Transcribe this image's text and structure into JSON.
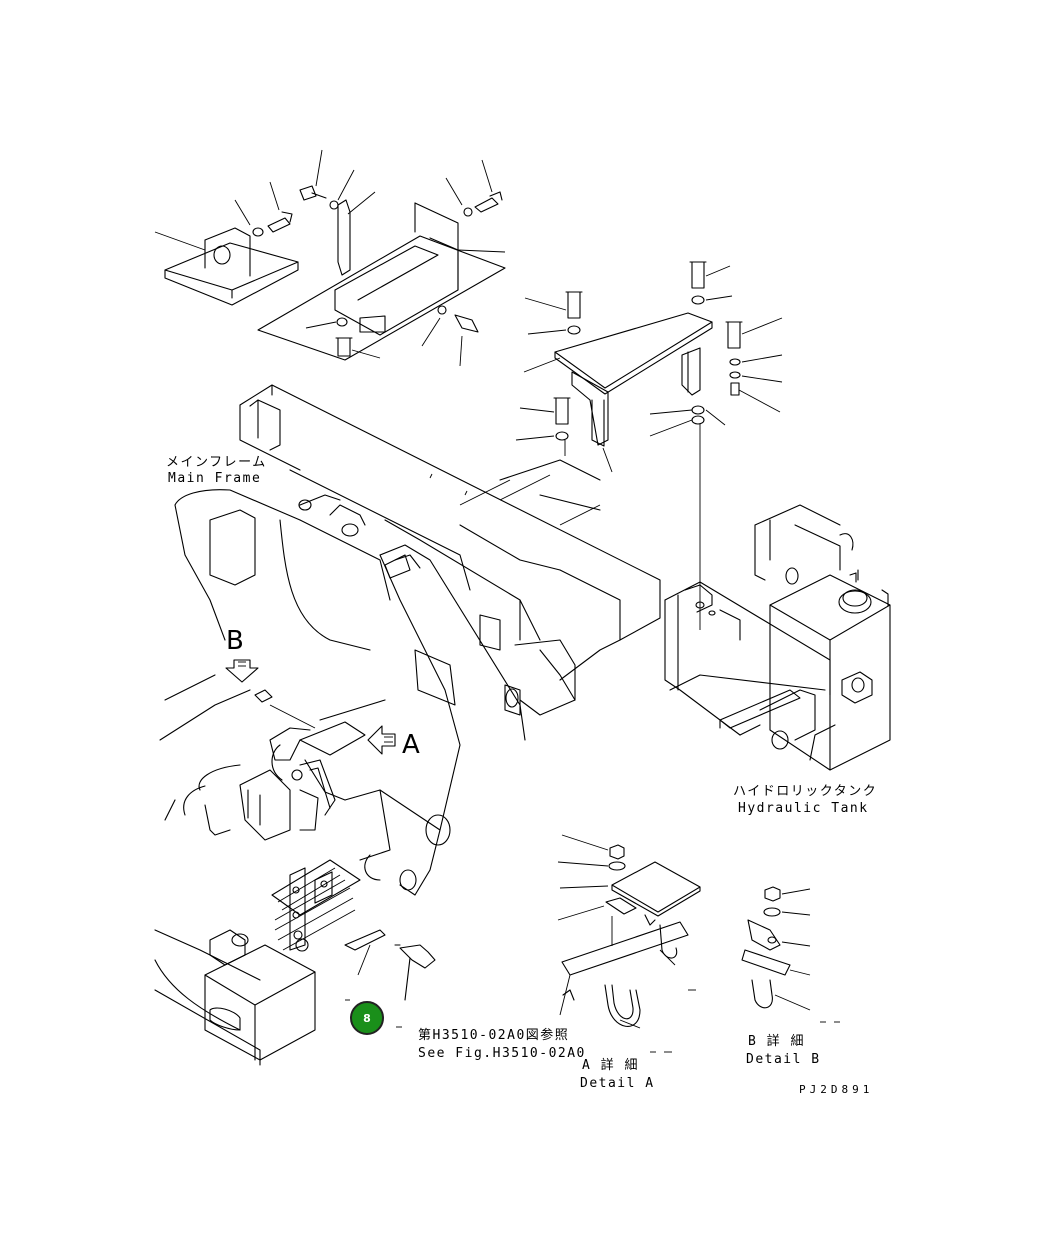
{
  "labels": {
    "main_frame_jp": "メインフレーム",
    "main_frame_en": "Main Frame",
    "hydraulic_tank_jp": "ハイドロリックタンク",
    "hydraulic_tank_en": "Hydraulic Tank",
    "view_a": "A",
    "view_b": "B",
    "see_fig_jp": "第H3510-02A0図参照",
    "see_fig_en": "See Fig.H3510-02A0",
    "detail_a_jp": "A 詳 細",
    "detail_a_en": "Detail A",
    "detail_b_jp": "B 詳 細",
    "detail_b_en": "Detail B",
    "drawing_number": "PJ2D891"
  },
  "callout": {
    "number": "8",
    "color": "#1a8f1a"
  }
}
